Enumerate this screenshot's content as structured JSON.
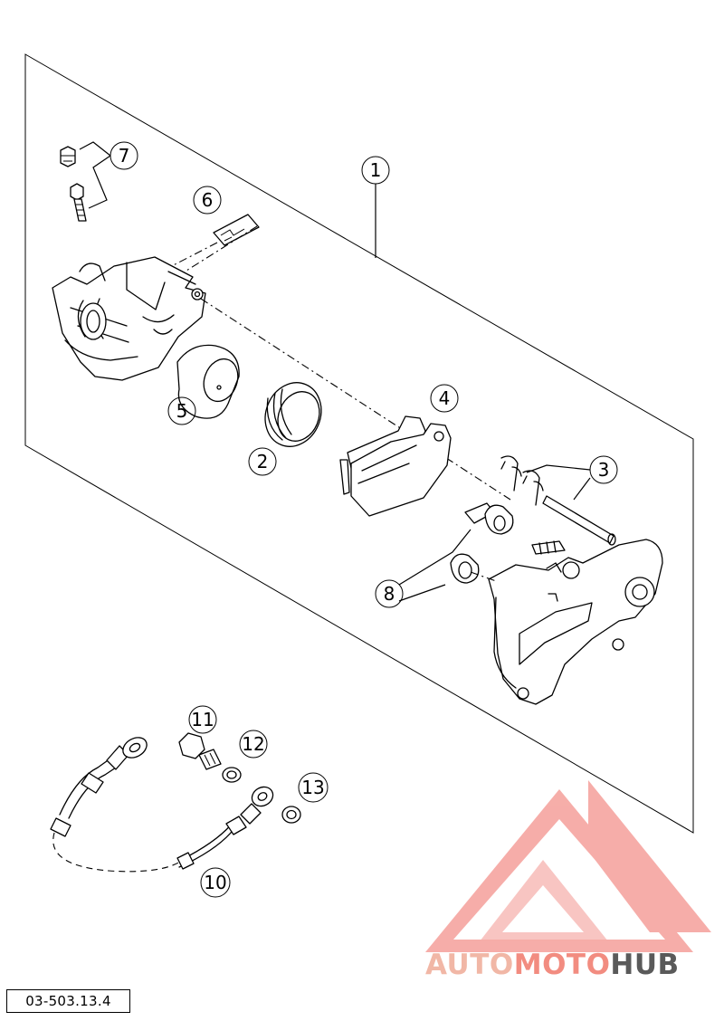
{
  "figure_code": "03-503.13.4",
  "callouts": [
    "1",
    "2",
    "3",
    "4",
    "5",
    "6",
    "7",
    "8",
    "10",
    "11",
    "12",
    "13"
  ],
  "watermark": {
    "part1": "AUTO",
    "part2": "MOTO",
    "part3": "HUB",
    "colors": {
      "auto": "#f1b7a6",
      "moto": "#f28c80",
      "hub": "#5a5a5a",
      "logo": "#ef6b63"
    }
  }
}
